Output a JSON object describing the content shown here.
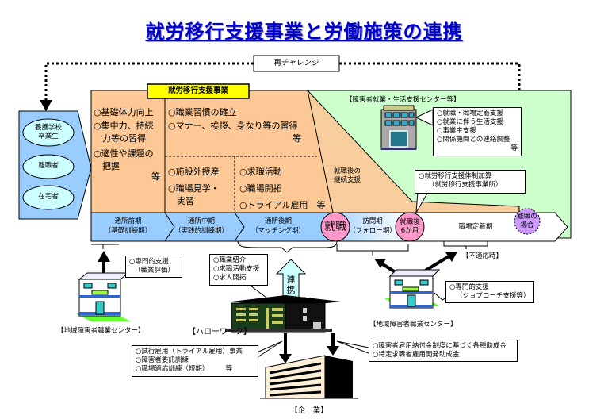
{
  "title": "就労移行支援事業と労働施策の連携",
  "rechallenge_label": "再チャレンジ",
  "target_groups": [
    "養護学校\n卒業生",
    "離職者",
    "在宅者"
  ],
  "target_group_lines": {
    "g1_l1": "養護学校",
    "g1_l2": "卒業生",
    "g2": "離職者",
    "g3": "在宅者"
  },
  "service_label": "就労移行支援事業",
  "col1": {
    "items": [
      "○基礎体力向上",
      "○集中力、持続",
      "　力等の習得",
      "○適性や課題の",
      "　把握"
    ],
    "suffix": "等"
  },
  "col2_top": {
    "items": [
      "○職業習慣の確立",
      "○マナー、挨拶、身なり等の習得"
    ],
    "suffix": "等"
  },
  "col2_bottom": {
    "items": [
      "○施設外授産",
      "○職場見学・",
      "　実習"
    ]
  },
  "col3_bottom": {
    "items": [
      "○求職活動",
      "○職場開拓",
      "○トライアル雇用　等"
    ]
  },
  "continued_support": [
    "就職後の",
    "継続支援"
  ],
  "life_support_center": {
    "label": "【障害者就業・生活支援センター等】",
    "items": [
      "○就職・職場定着支援",
      "○就業に伴う生活支援",
      "○事業主支援",
      "○関係機関との連絡調整"
    ],
    "suffix": "等"
  },
  "extra_callout": [
    "○就労移行支援体制加算",
    "（就労移行支援事業所）"
  ],
  "phases": [
    {
      "l1": "通所前期",
      "l2": "（基礎訓練期）"
    },
    {
      "l1": "通所中期",
      "l2": "（実践的訓練期）"
    },
    {
      "l1": "通所後期",
      "l2": "（マッチング期）"
    },
    {
      "l1": "訪問期",
      "l2": "（フォロー期）"
    },
    {
      "l1": "職場定着期",
      "l2": ""
    }
  ],
  "milestones": {
    "employment": "就職",
    "six_months_l1": "就職後",
    "six_months_l2": "6か月",
    "leave_l1": "離職の",
    "leave_l2": "場合"
  },
  "unfit_label": "【不適応時】",
  "vocational_center_left": {
    "label": "【地域障害者職業センター】",
    "callout": [
      "○専門的支援",
      "（職業評価）"
    ]
  },
  "vocational_center_right": {
    "label": "【地域障害者職業センター】",
    "callout": [
      "○専門的支援",
      "（ジョブコーチ支援等）"
    ]
  },
  "hello_work": {
    "label": "【ハローワーク】",
    "callout": [
      "○職業紹介",
      "○求職活動支援",
      "○求人開拓"
    ]
  },
  "cooperation_label": [
    "連",
    "携"
  ],
  "company": {
    "label": "【企　業】",
    "left_callout": [
      "○試行雇用（トライアル雇用）事業",
      "○障害者委託訓練",
      "○職場適応訓練（短期）　　　等"
    ],
    "right_callout": [
      "○障害者雇用納付金制度に基づく各種助成金",
      "○特定求職者雇用開発助成金"
    ]
  },
  "colors": {
    "title": "#0000cc",
    "orange_area": "#fcc896",
    "green_area": "#ccffcc",
    "blue_area": "#99ccff",
    "label_yellow": "#ffff00",
    "pink_circle": "#ff99cc",
    "purple_circle": "#cc99ff",
    "ellipse_fill": "#ccffff"
  }
}
